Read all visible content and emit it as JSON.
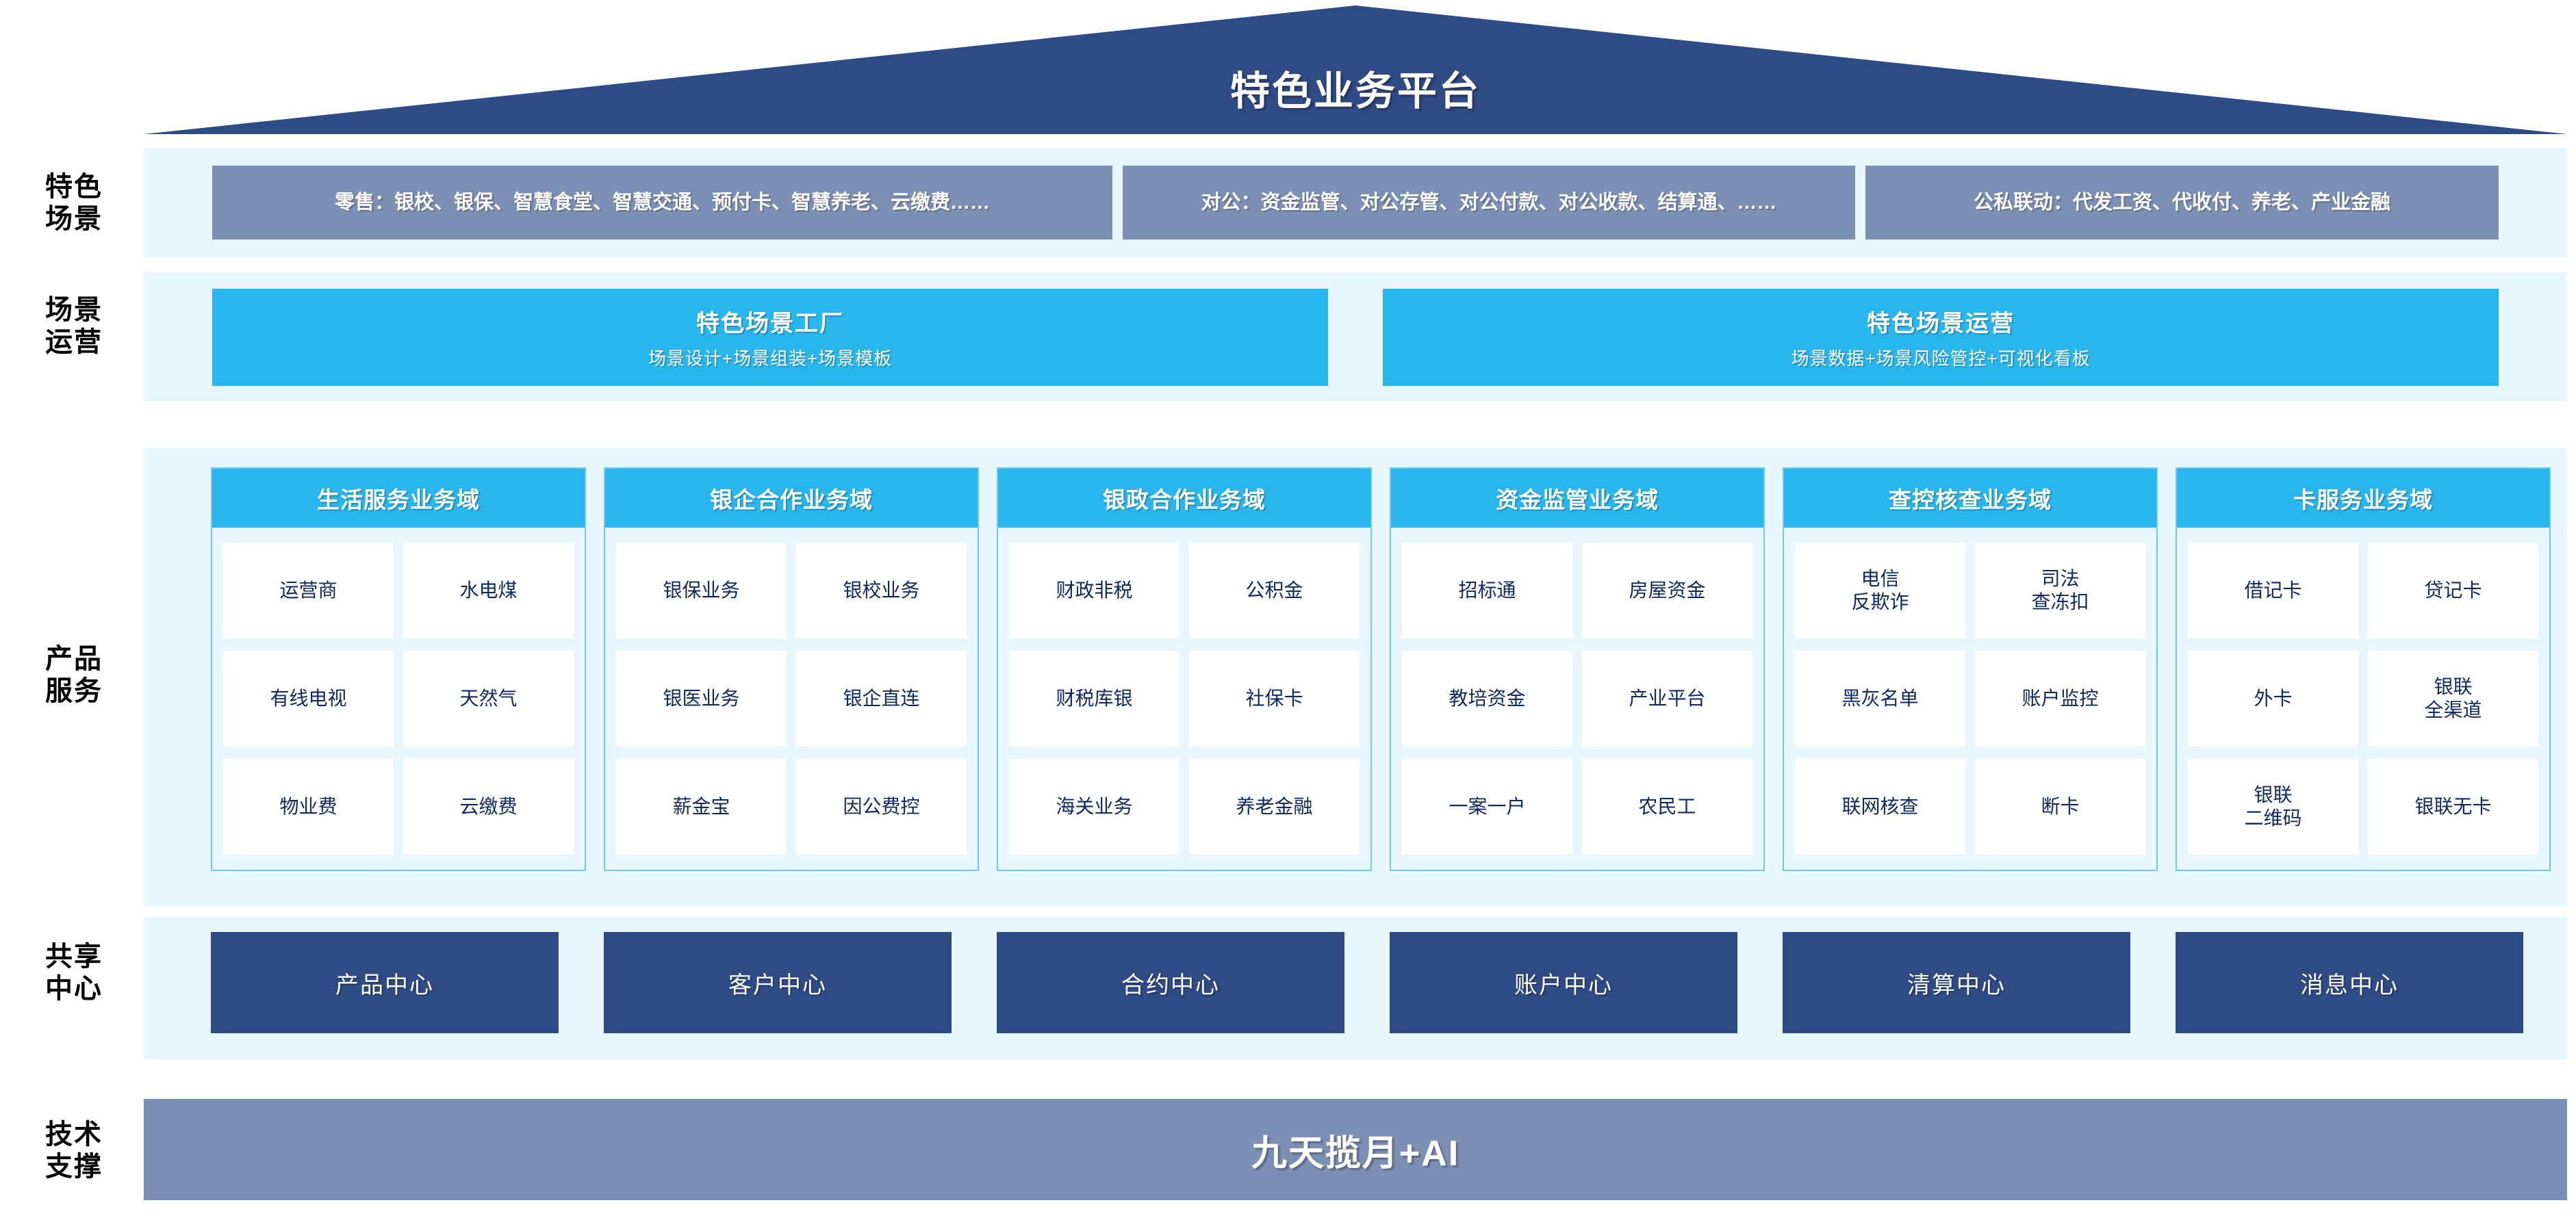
{
  "title": "特色业务平台",
  "row_labels": [
    {
      "key": "scenario",
      "label": "特色\n场景"
    },
    {
      "key": "operation",
      "label": "场景\n运营"
    },
    {
      "key": "product",
      "label": "产品\n服务"
    },
    {
      "key": "shared_center",
      "label": "共享\n中心"
    },
    {
      "key": "tech_support",
      "label": "技术\n支撑"
    }
  ],
  "scenarios": [
    "零售：银校、银保、智慧食堂、智慧交通、预付卡、智慧养老、云缴费……",
    "对公：资金监管、对公存管、对公付款、对公收款、结算通、……",
    "公私联动：代发工资、代收付、养老、产业金融"
  ],
  "operations": [
    {
      "title": "特色场景工厂",
      "subtitle": "场景设计+场景组装+场景模板"
    },
    {
      "title": "特色场景运营",
      "subtitle": "场景数据+场景风险管控+可视化看板"
    }
  ],
  "domains": [
    {
      "title": "生活服务业务域",
      "items": [
        "运营商",
        "水电煤",
        "有线电视",
        "天然气",
        "物业费",
        "云缴费"
      ]
    },
    {
      "title": "银企合作业务域",
      "items": [
        "银保业务",
        "银校业务",
        "银医业务",
        "银企直连",
        "薪金宝",
        "因公费控"
      ]
    },
    {
      "title": "银政合作业务域",
      "items": [
        "财政非税",
        "公积金",
        "财税库银",
        "社保卡",
        "海关业务",
        "养老金融"
      ]
    },
    {
      "title": "资金监管业务域",
      "items": [
        "招标通",
        "房屋资金",
        "教培资金",
        "产业平台",
        "一案一户",
        "农民工"
      ]
    },
    {
      "title": "查控核查业务域",
      "items": [
        "电信\n反欺诈",
        "司法\n查冻扣",
        "黑灰名单",
        "账户监控",
        "联网核查",
        "断卡"
      ]
    },
    {
      "title": "卡服务业务域",
      "items": [
        "借记卡",
        "贷记卡",
        "外卡",
        "银联\n全渠道",
        "银联\n二维码",
        "银联无卡"
      ]
    }
  ],
  "shared_centers": [
    "产品中心",
    "客户中心",
    "合约中心",
    "账户中心",
    "清算中心",
    "消息中心"
  ],
  "tech_support": "九天揽月+AI",
  "colors": {
    "dark_blue": "#2F4B85",
    "cyan": "#29B6EC",
    "slate_blue": "#7C8FB4",
    "pale_blue_band": "#E8F6FD",
    "cell_text": "#0D2A62"
  }
}
